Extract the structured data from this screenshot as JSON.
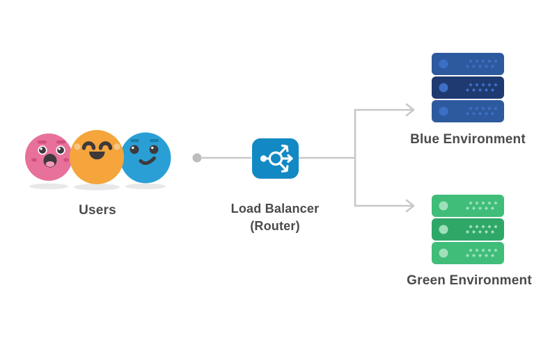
{
  "labels": {
    "users": "Users",
    "load_balancer_line1": "Load Balancer",
    "load_balancer_line2": "(Router)",
    "blue_env": "Blue Environment",
    "green_env": "Green Environment"
  },
  "diagram": {
    "type": "flow",
    "nodes": [
      {
        "id": "users",
        "label": "Users",
        "icon": "user-faces-icon",
        "face_count": 3
      },
      {
        "id": "load_balancer",
        "label": "Load Balancer (Router)",
        "icon": "load-balancer-share-icon"
      },
      {
        "id": "blue_environment",
        "label": "Blue Environment",
        "icon": "server-rack-icon",
        "server_count": 3
      },
      {
        "id": "green_environment",
        "label": "Green Environment",
        "icon": "server-rack-icon",
        "server_count": 3
      }
    ],
    "edges": [
      {
        "from": "users",
        "to": "load_balancer",
        "style": "line-with-dot"
      },
      {
        "from": "load_balancer",
        "to": "blue_environment",
        "style": "arrow"
      },
      {
        "from": "load_balancer",
        "to": "green_environment",
        "style": "arrow"
      }
    ]
  },
  "colors": {
    "text": "#494a4c",
    "connector": "#c8c8c8",
    "connector_dot": "#bdbdbd",
    "lb_box": "#1389c4",
    "icon_stroke": "#ffffff",
    "user_pink": "#e8719b",
    "user_pink_dark": "#d14f81",
    "user_orange": "#f5a53c",
    "user_orange_cheek": "#f8c584",
    "user_blue": "#2a9fd6",
    "user_blue_dark": "#1d7fa8",
    "feature_dark": "#3e393b",
    "eye_white": "#ffffff",
    "tongue": "#f29cba",
    "shadow": "#e8e8e8",
    "server_blue": "#2d5a9e",
    "server_blue_dark": "#1e3a70",
    "server_blue_accent": "#3e6fc7",
    "server_green": "#3fbd79",
    "server_green_dark": "#2fa767",
    "server_green_accent": "#9fe0bb"
  }
}
